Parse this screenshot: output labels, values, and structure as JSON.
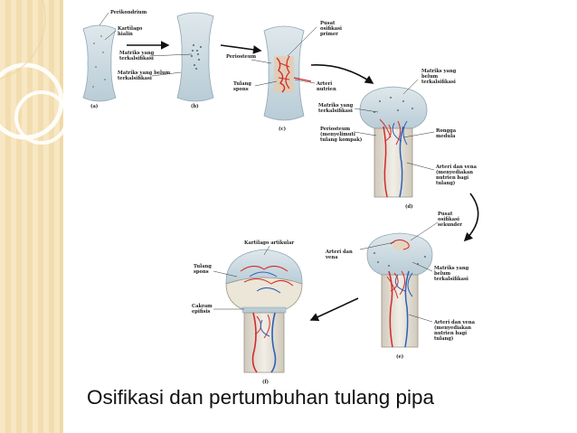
{
  "slide": {
    "caption": "Osifikasi dan pertumbuhan tulang pipa"
  },
  "labels": {
    "a_perikondrium": "Perikondrium",
    "a_kartilago_hialin_1": "Kartilago",
    "a_kartilago_hialin_2": "hialin",
    "b_matriks_terkal_1": "Matriks yang",
    "b_matriks_terkal_2": "terkalsifikasi",
    "b_matriks_belum_1": "Matriks yang belum",
    "b_matriks_belum_2": "terkalsifikasi",
    "c_pusat_primer_1": "Pusat",
    "c_pusat_primer_2": "osifikasi",
    "c_pusat_primer_3": "primer",
    "c_periosteum": "Periosteum",
    "c_tulang_spons_1": "Tulang",
    "c_tulang_spons_2": "spons",
    "c_arteri_1": "Arteri",
    "c_arteri_2": "nutrien",
    "d_matriks_belum_1": "Matriks yang",
    "d_matriks_belum_2": "belum",
    "d_matriks_belum_3": "terkalsifikasi",
    "d_matriks_terkal_1": "Matriks yang",
    "d_matriks_terkal_2": "terkalsifikasi",
    "d_periosteum_1": "Periosteum",
    "d_periosteum_2": "(menyelimuti",
    "d_periosteum_3": "tulang kompak)",
    "d_rongga_1": "Rongga",
    "d_rongga_2": "medula",
    "d_arteri_1": "Arteri dan vena",
    "d_arteri_2": "(menyediakan",
    "d_arteri_3": "nutrien bagi",
    "d_arteri_4": "tulang)",
    "e_pusat_sekunder_1": "Pusat",
    "e_pusat_sekunder_2": "osifikasi",
    "e_pusat_sekunder_3": "sekunder",
    "e_arteri_vena_1": "Arteri dan",
    "e_arteri_vena_2": "vena",
    "e_matriks_belum_1": "Matriks yang",
    "e_matriks_belum_2": "belum",
    "e_matriks_belum_3": "terkalsifikasi",
    "e_arteri_vena_b_1": "Arteri dan vena",
    "e_arteri_vena_b_2": "(menyediakan",
    "e_arteri_vena_b_3": "nutrien bagi",
    "e_arteri_vena_b_4": "tulang)",
    "f_kartilago_artikular": "Kartilago artikular",
    "f_tulang_spons_1": "Tulang",
    "f_tulang_spons_2": "spons",
    "f_cakram_1": "Cakram",
    "f_cakram_2": "epifisis"
  },
  "panel_letters": {
    "a": "(a)",
    "b": "(b)",
    "c": "(c)",
    "d": "(d)",
    "e": "(e)",
    "f": "(f)"
  },
  "colors": {
    "artery": "#d42a2a",
    "vein": "#2e5fb8",
    "cartilage": "#c9d7de",
    "bone": "#e6e2d8",
    "sidebar": "#f7e7c2"
  }
}
